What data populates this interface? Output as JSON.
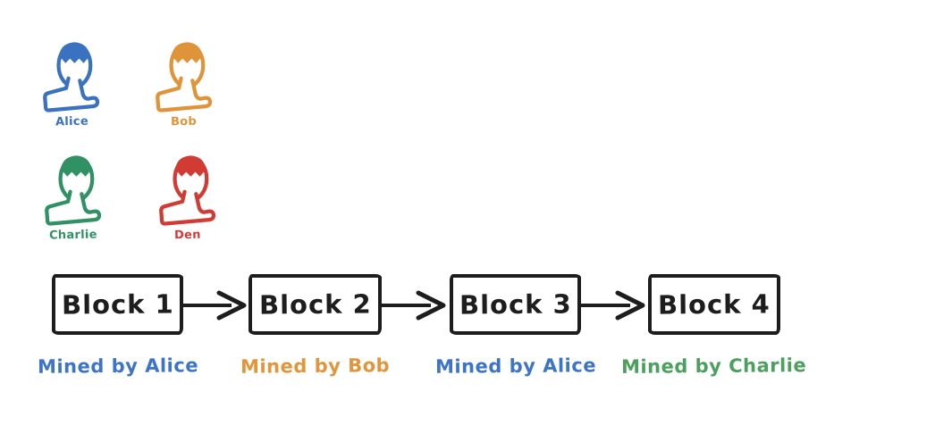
{
  "miners": [
    {
      "name": "Alice",
      "color": "#3a71c1"
    },
    {
      "name": "Bob",
      "color": "#e0943a"
    },
    {
      "name": "Charlie",
      "color": "#2f9164"
    },
    {
      "name": "Den",
      "color": "#d23b33"
    }
  ],
  "chain": {
    "blocks": [
      {
        "label": "Block 1",
        "mined_by": "Mined by Alice",
        "mined_color": "#3b74c8"
      },
      {
        "label": "Block 2",
        "mined_by": "Mined by Bob",
        "mined_color": "#e2953a"
      },
      {
        "label": "Block 3",
        "mined_by": "Mined by Alice",
        "mined_color": "#3b74c8"
      },
      {
        "label": "Block 4",
        "mined_by": "Mined by Charlie",
        "mined_color": "#4aa05c"
      }
    ],
    "outline_color": "#1d1d1d"
  }
}
